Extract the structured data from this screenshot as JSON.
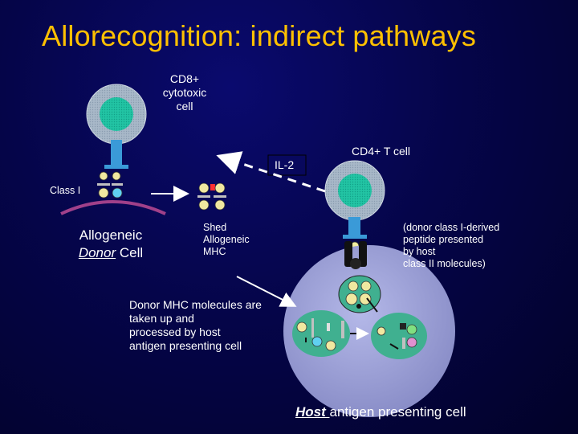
{
  "title": "Allorecognition: indirect pathways",
  "labels": {
    "cd8_line1": "CD8+",
    "cd8_line2": "cytotoxic",
    "cd8_line3": "cell",
    "il2": "IL-2",
    "cd4": "CD4+ T cell",
    "class_i": "Class I",
    "allo_line1": "Allogeneic",
    "allo_line2_em": "Donor",
    "allo_line2_rest": " Cell",
    "shed_line1": "Shed",
    "shed_line2": "Allogeneic",
    "shed_line3": "MHC",
    "peptide_line1": "(donor class I-derived",
    "peptide_line2": "peptide presented",
    "peptide_line3": "by host",
    "peptide_line4": "class II molecules)",
    "uptake_line1": "Donor MHC molecules are",
    "uptake_line2": "taken up and",
    "uptake_line3": "processed by host",
    "uptake_line4": "antigen presenting cell",
    "apc_em": "Host ",
    "apc_rest": "antigen presenting cell"
  },
  "colors": {
    "background": "#05054a",
    "title": "#ffc000",
    "cell_body": "#9fb4c8",
    "nucleus": "#20c0a0",
    "receptor": "#3a9ad8",
    "apc": "#9ea2d8",
    "donor_membrane": "#a0408a"
  }
}
